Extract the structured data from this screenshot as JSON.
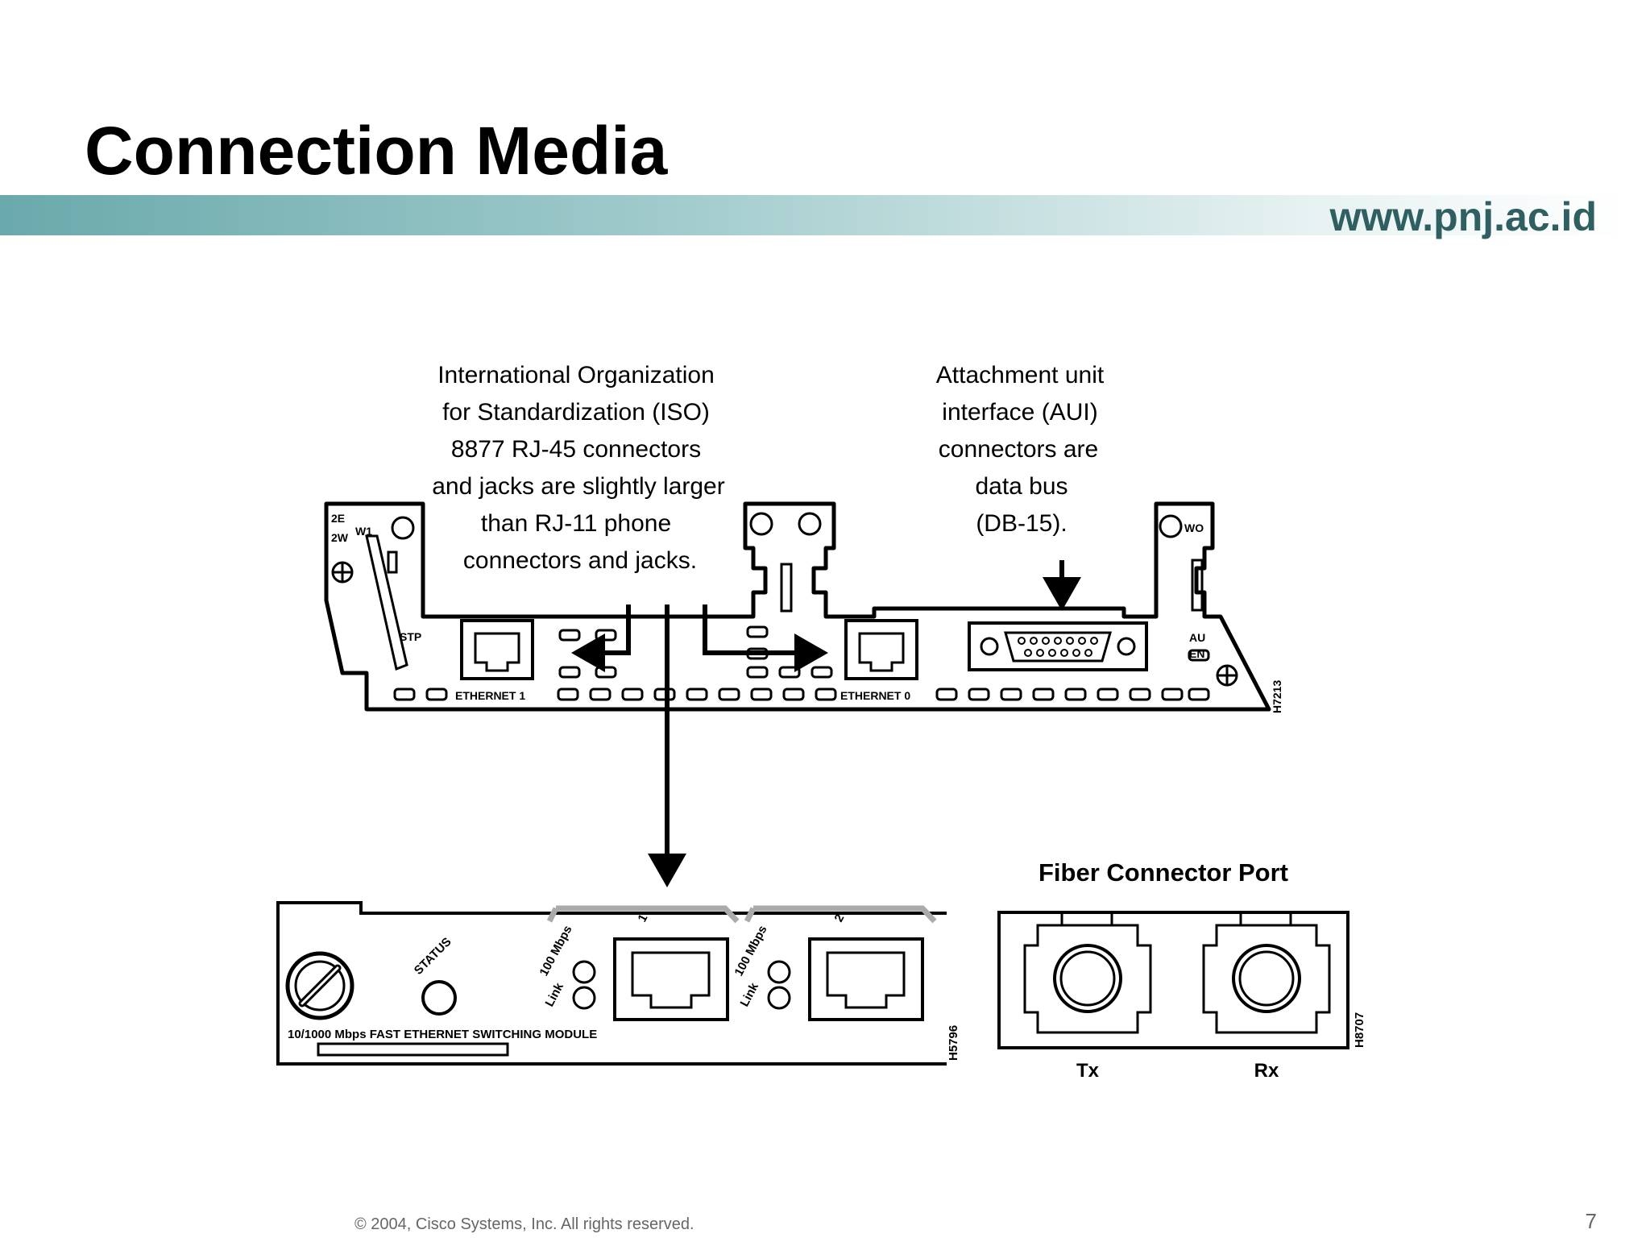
{
  "slide": {
    "title": "Connection Media",
    "site_url": "www.pnj.ac.id",
    "footer_copyright": "© 2004, Cisco Systems, Inc. All rights reserved.",
    "page_number": "7"
  },
  "diagram": {
    "callout_rj45": [
      "International Organization",
      "for Standardization (ISO)",
      "8877 RJ-45 connectors",
      "and jacks are slightly larger",
      "than RJ-11 phone",
      "connectors and jacks."
    ],
    "callout_aui": [
      "Attachment unit",
      "interface (AUI)",
      "connectors are",
      "data bus",
      "(DB-15)."
    ],
    "router_panel": {
      "label_2e": "2E",
      "label_2w": "2W",
      "label_w1": "W1",
      "label_stp": "STP",
      "label_ethernet1": "ETHERNET 1",
      "label_ethernet0": "ETHERNET 0",
      "label_au": "AU",
      "label_en": "EN",
      "label_wo": "WO",
      "code": "H7213"
    },
    "switch_module": {
      "label_status": "STATUS",
      "label_100mbps_1": "100 Mbps",
      "label_link_1": "Link",
      "label_100mbps_2": "100 Mbps",
      "label_link_2": "Link",
      "port_1": "1",
      "port_2": "2",
      "module_label": "10/1000 Mbps FAST ETHERNET SWITCHING MODULE",
      "code": "H5796"
    },
    "fiber_port": {
      "title": "Fiber Connector Port",
      "tx": "Tx",
      "rx": "Rx",
      "code": "H8707"
    }
  }
}
